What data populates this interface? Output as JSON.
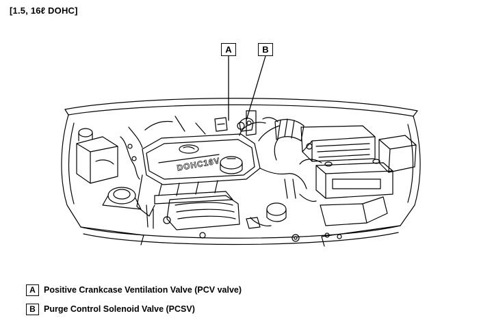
{
  "title": "[1.5, 16ℓ DOHC]",
  "engine": {
    "badge_text": "DOHC16V"
  },
  "callouts": [
    {
      "key": "A"
    },
    {
      "key": "B"
    }
  ],
  "legend": [
    {
      "key": "A",
      "text": "Positive Crankcase Ventilation Valve (PCV valve)"
    },
    {
      "key": "B",
      "text": "Purge Control Solenoid Valve (PCSV)"
    }
  ]
}
